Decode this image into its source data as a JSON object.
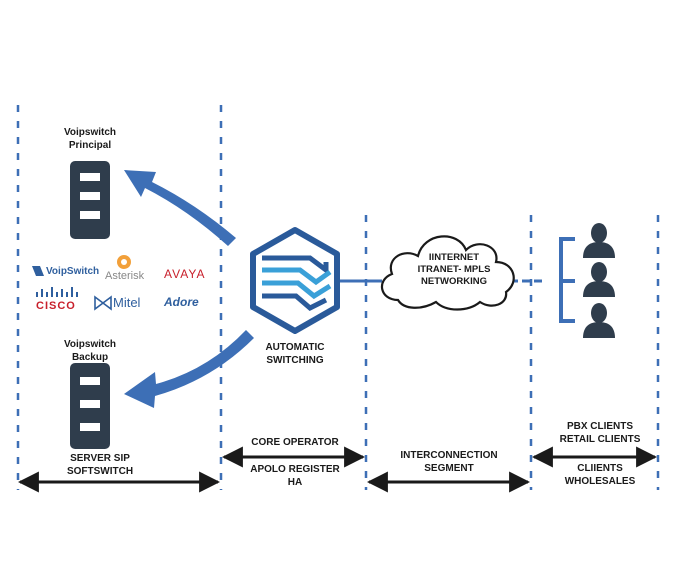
{
  "servers": {
    "principal": {
      "line1": "Voipswitch",
      "line2": "Principal"
    },
    "backup": {
      "line1": "Voipswitch",
      "line2": "Backup"
    }
  },
  "logos": {
    "voipswitch": "VoipSwitch",
    "asterisk": "Asterisk",
    "avaya": "AVAYA",
    "cisco": "CISCO",
    "mitel": "Mitel",
    "adore": "Adore"
  },
  "hub": {
    "line1": "AUTOMATIC",
    "line2": "SWITCHING"
  },
  "cloud": {
    "line1": "IINTERNET",
    "line2": "ITRANET- MPLS",
    "line3": "NETWORKING"
  },
  "segments": {
    "server": {
      "line1": "SERVER SIP",
      "line2": "SOFTSWITCH"
    },
    "core_top": "CORE OPERATOR",
    "core_bottom": {
      "line1": "APOLO REGISTER",
      "line2": "HA"
    },
    "interconnection": {
      "line1": "INTERCONNECTION",
      "line2": "SEGMENT"
    },
    "clients_top": {
      "line1": "PBX CLIENTS",
      "line2": "RETAIL CLIENTS"
    },
    "clients_bottom": {
      "line1": "CLIIENTS",
      "line2": "WHOLESALES"
    }
  },
  "colors": {
    "accent": "#3d6fb6",
    "server": "#2f3d4c",
    "ink": "#1a1a1a",
    "hub_dark": "#2a5a9a",
    "hub_light": "#3aa0d8"
  }
}
